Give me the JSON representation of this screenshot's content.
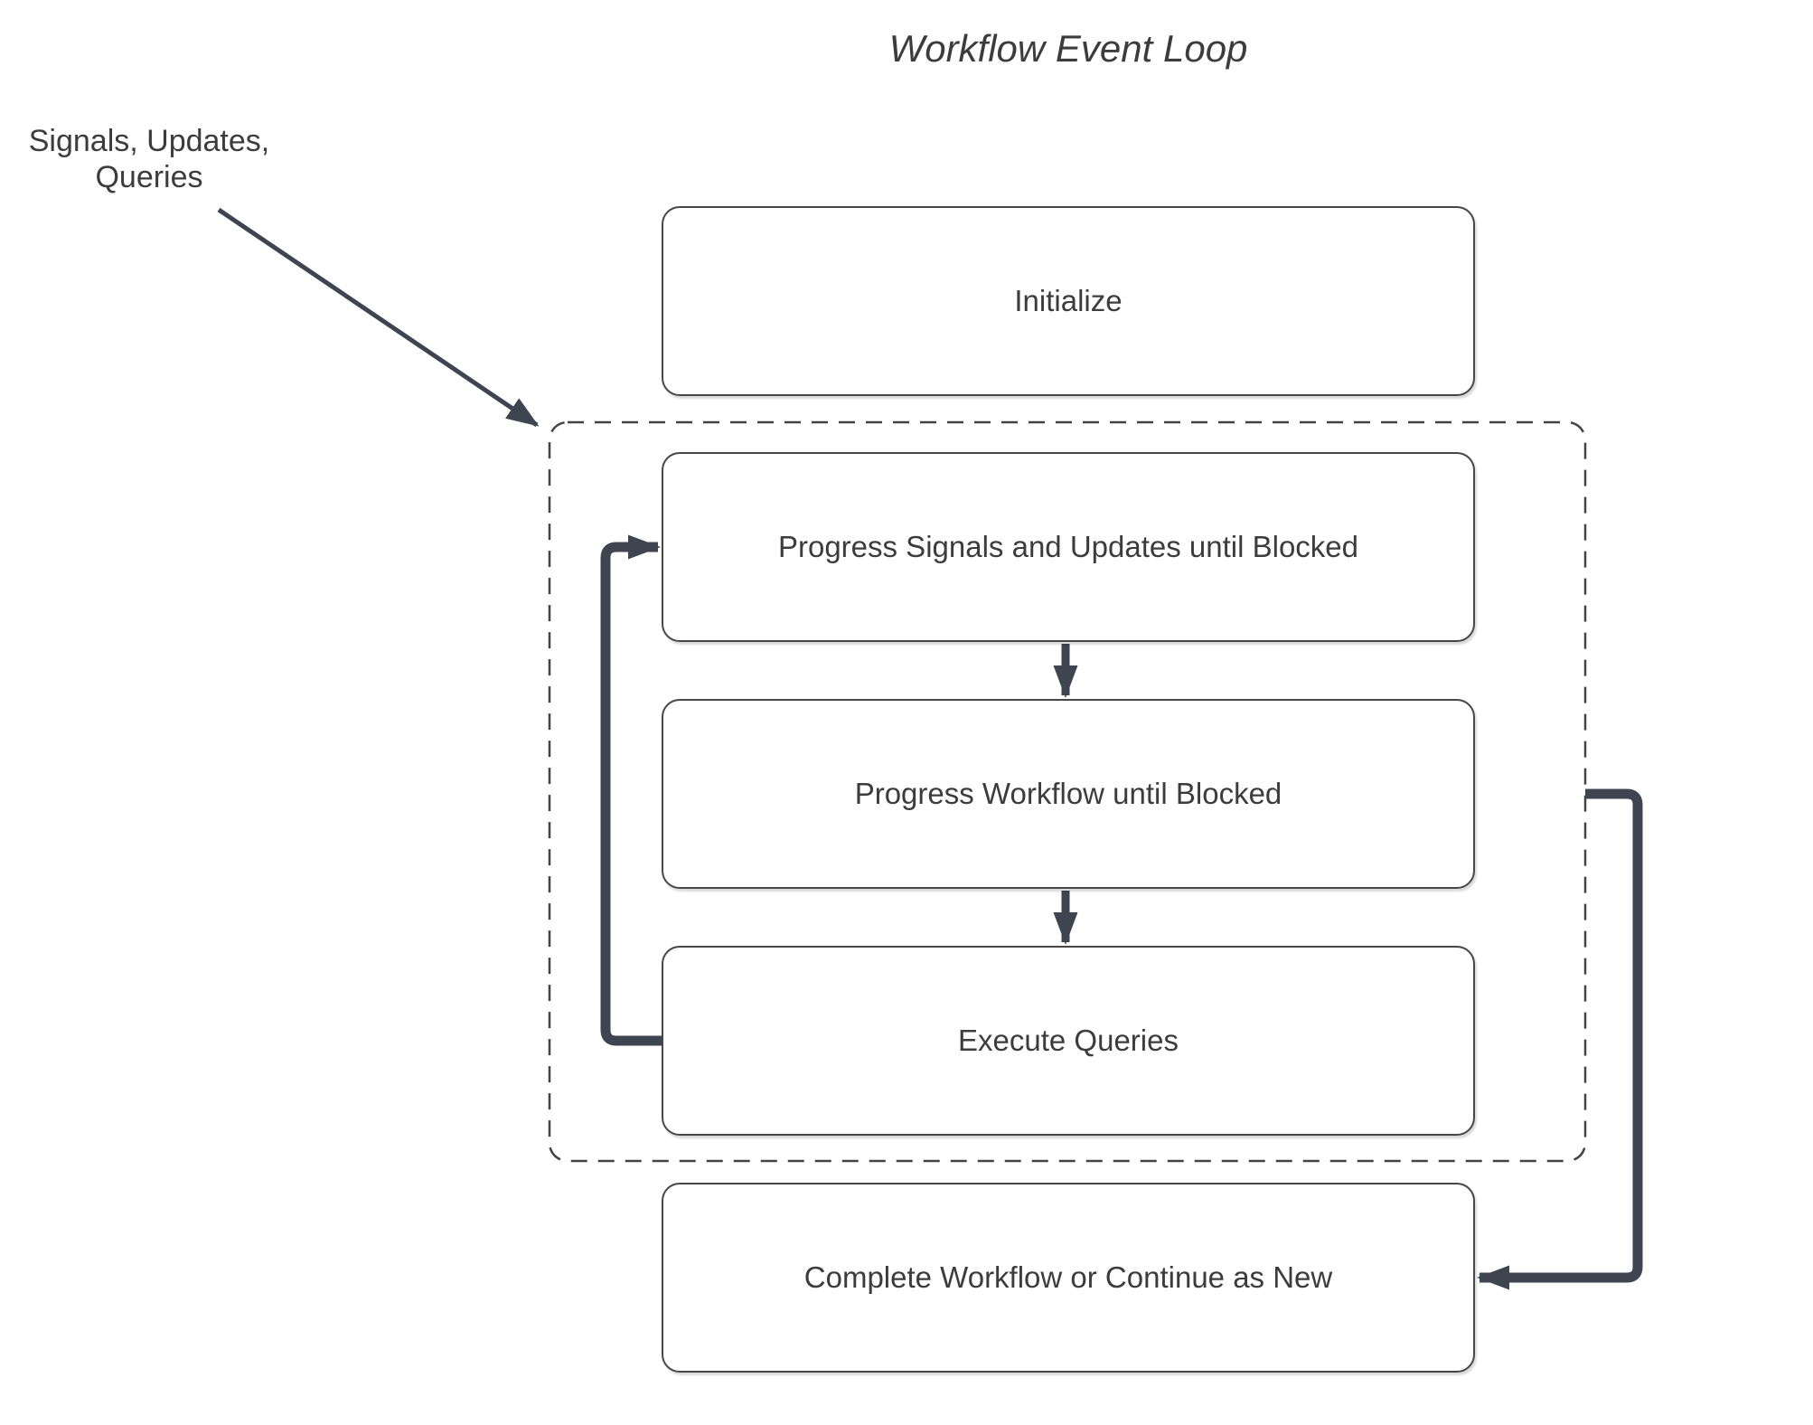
{
  "diagram": {
    "title": "Workflow Event Loop",
    "annotation": {
      "line1": "Signals, Updates,",
      "line2": "Queries"
    },
    "nodes": {
      "initialize": "Initialize",
      "progress_signals": "Progress Signals and Updates until Blocked",
      "progress_workflow": "Progress Workflow until Blocked",
      "execute_queries": "Execute Queries",
      "complete": "Complete Workflow or Continue as New"
    },
    "colors": {
      "background": "#ffffff",
      "line": "#3e4450",
      "box_border": "#474747",
      "dash": "#444444",
      "text": "#3c3c3c"
    }
  }
}
